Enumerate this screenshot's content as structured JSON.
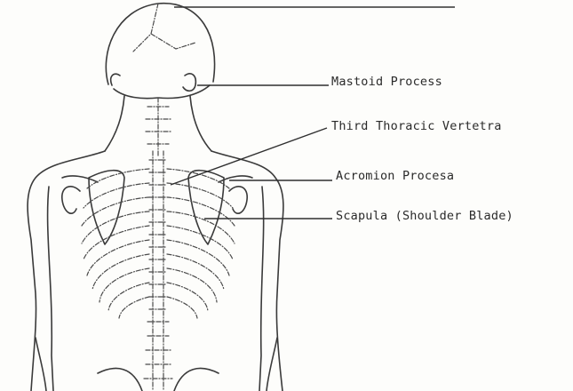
{
  "figure": {
    "labels": {
      "mastoid": "Mastoid Process",
      "thoracic": "Third Thoracic Vertetra",
      "acromion": "Acromion Procesa",
      "scapula": "Scapula (Shoulder Blade)"
    }
  },
  "colors": {
    "ink": "#3a3a3a",
    "paper": "#fdfdfb"
  }
}
